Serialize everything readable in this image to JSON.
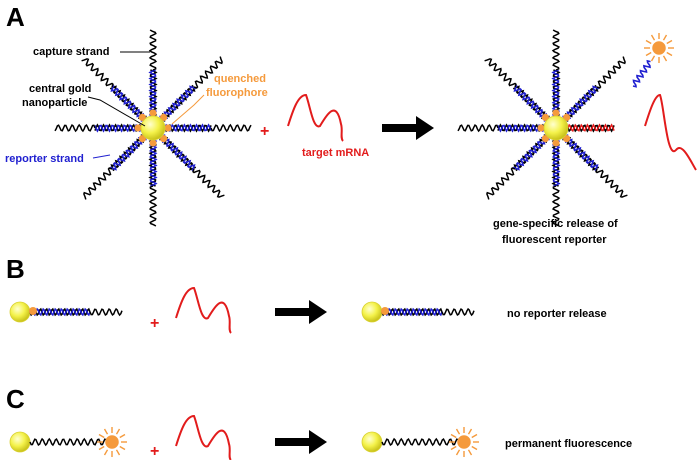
{
  "panels": {
    "a": "A",
    "b": "B",
    "c": "C"
  },
  "labels": {
    "capture_strand": "capture strand",
    "central_gold_1": "central gold",
    "central_gold_2": "nanoparticle",
    "quenched_1": "quenched",
    "quenched_2": "fluorophore",
    "reporter_strand": "reporter strand",
    "target_mrna": "target mRNA",
    "release_1": "gene-specific release of",
    "release_2": "fluorescent reporter",
    "no_release": "no reporter release",
    "permanent": "permanent fluorescence"
  },
  "symbols": {
    "plus": "+"
  },
  "colors": {
    "gold": "#f4f24a",
    "fluorophore": "#f59a3c",
    "reporter": "#2020d0",
    "mrna": "#e21c1c",
    "strand": "#000000",
    "arrow": "#000000"
  }
}
